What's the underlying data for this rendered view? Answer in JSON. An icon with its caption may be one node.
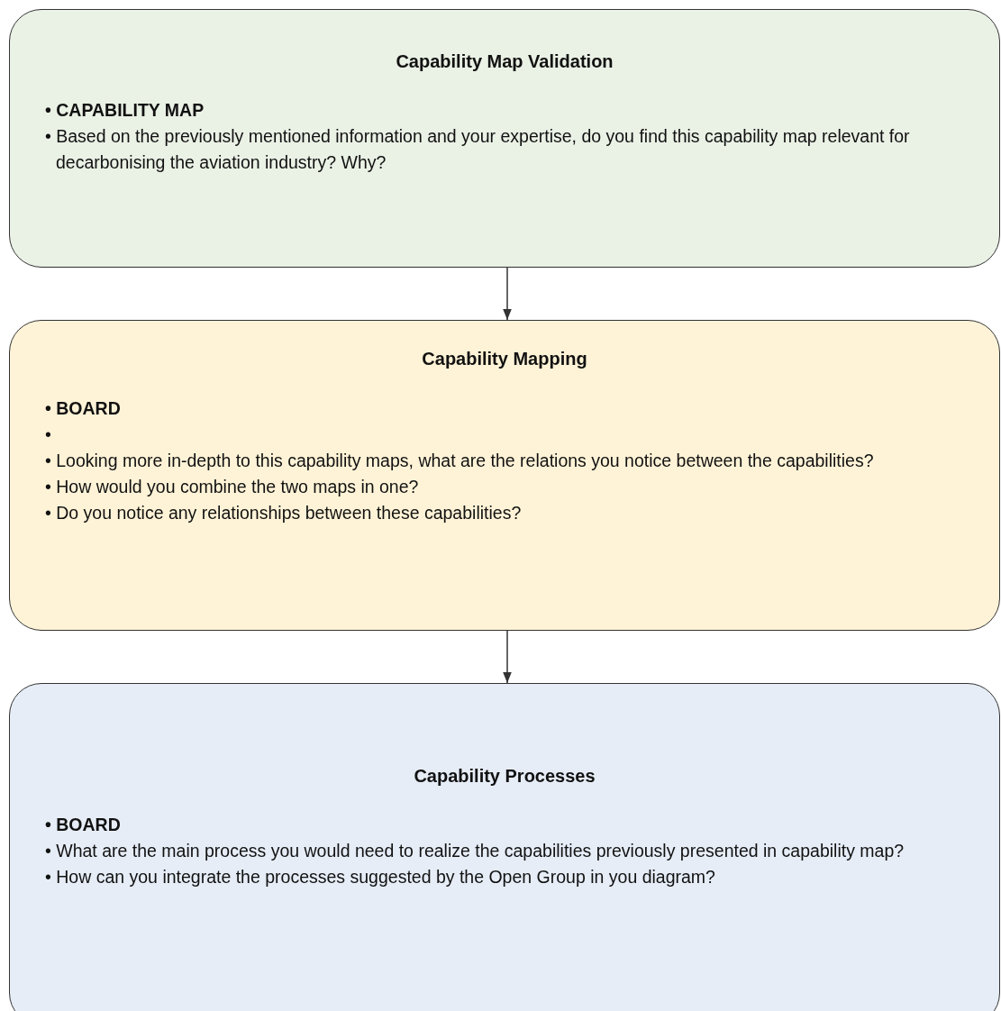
{
  "diagram": {
    "nodes": [
      {
        "text": [
          "Capability Map Validation",
          "• CAPABILITY MAP",
          "• Based on the previously mentioned information and your expertise, do you find this capability map relevant for decarbonising the aviation industry? Why?"
        ]
      },
      {
        "text": [
          "Capability Mapping",
          "• BOARD",
          "•",
          "• Looking more in-depth to this capability maps, what are the relations you notice between the capabilities?",
          "• How would you combine the two maps in one?",
          "• Do you notice any relationships between these capabilities?"
        ]
      },
      {
        "text": [
          "Capability Processes",
          "• BOARD",
          "• What are the main process you would need to realize the capabilities previously presented in capability map?",
          "• How can you integrate the processes suggested by the Open Group in you diagram?"
        ]
      }
    ],
    "edges": [
      {
        "from": 0,
        "to": 1,
        "arrow": "to"
      },
      {
        "from": 1,
        "to": 2,
        "arrow": "to"
      }
    ]
  }
}
